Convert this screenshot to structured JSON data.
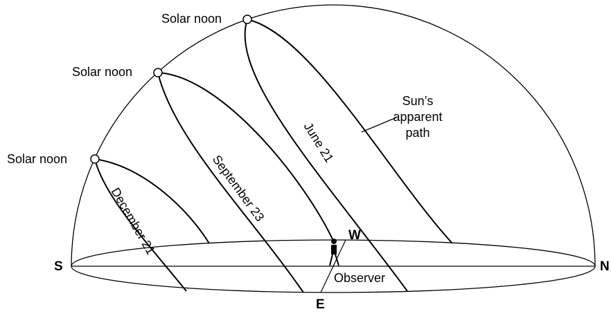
{
  "labels": {
    "solar_noon": "Solar noon",
    "sun_path_line1": "Sun’s",
    "sun_path_line2": "apparent",
    "sun_path_line3": "path",
    "june": "June 21",
    "september": "September 23",
    "december": "December 21",
    "observer": "Observer",
    "south": "S",
    "north": "N",
    "east": "E",
    "west": "W"
  },
  "colors": {
    "stroke": "#000000",
    "background": "#ffffff"
  }
}
